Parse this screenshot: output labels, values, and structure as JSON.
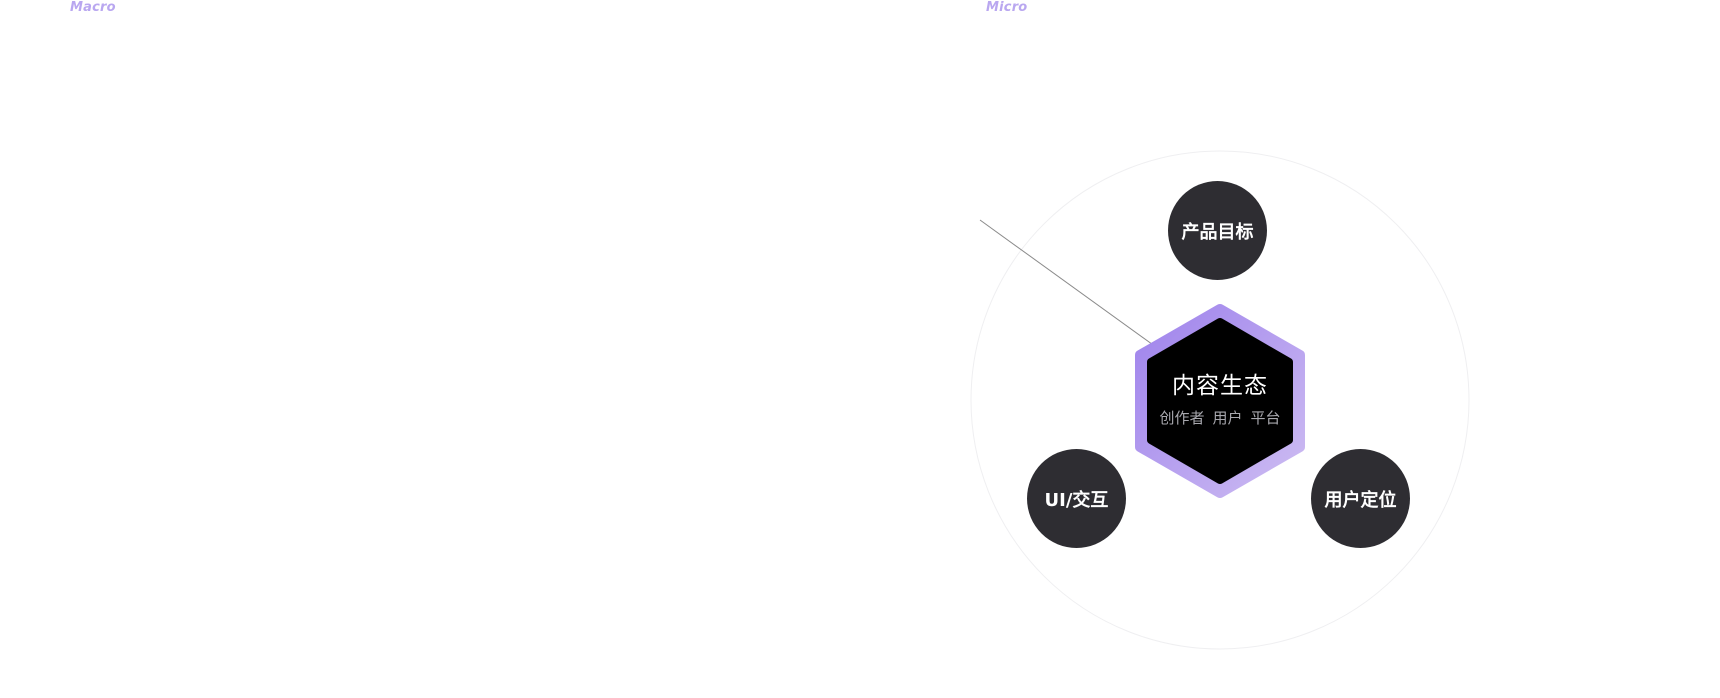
{
  "labels": {
    "macro": "Macro",
    "micro": "Micro"
  },
  "core": {
    "title": "内容生态",
    "subtitle_items": [
      "创作者",
      "用户",
      "平台"
    ]
  },
  "nodes": {
    "top": "产品目标",
    "left": "UI/交互",
    "right": "用户定位"
  },
  "colors": {
    "accent": "#b9a7f0",
    "node_fill": "#2e2d32",
    "core_fill": "#000000",
    "ring_gradient_start": "#9f83ec",
    "ring_gradient_end": "#cdbcf2",
    "outer_ring_stroke": "#efeff1",
    "connector_line": "#8a8a8a"
  }
}
